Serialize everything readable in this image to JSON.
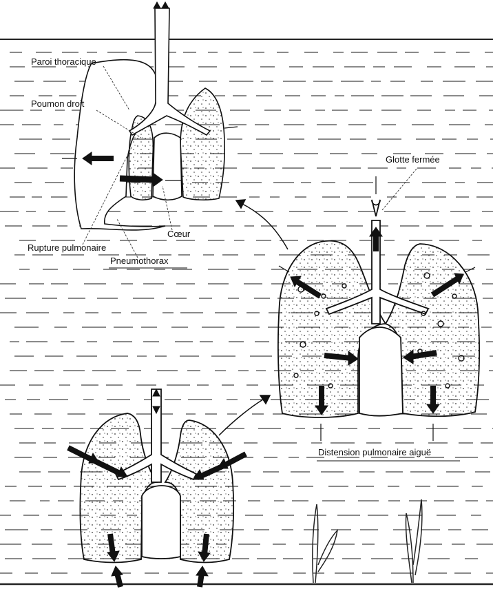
{
  "labels": {
    "paroi": "Paroi thoracique",
    "poumon": "Poumon droit",
    "rupture": "Rupture pulmonaire",
    "coeur": "Cœur",
    "pneumothorax": "Pneumothorax",
    "glotte": "Glotte fermée",
    "distension": "Distension pulmonaire aiguë"
  },
  "colors": {
    "ink": "#111111",
    "background": "#ffffff"
  }
}
